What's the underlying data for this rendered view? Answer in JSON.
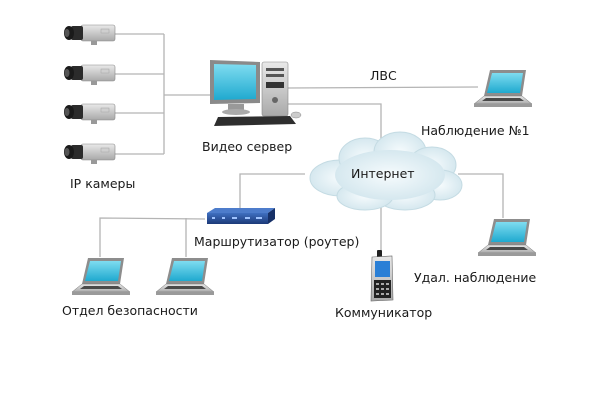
{
  "diagram": {
    "title": "",
    "nodes": {
      "ip_cameras": {
        "label": "IP камеры",
        "count": 4
      },
      "video_server": {
        "label": "Видео сервер"
      },
      "lan": {
        "label": "ЛВС"
      },
      "monitoring_1": {
        "label": "Наблюдение №1"
      },
      "internet": {
        "label": "Интернет"
      },
      "router": {
        "label": "Маршрутизатор (роутер)"
      },
      "security_dept": {
        "label": "Отдел безопасности",
        "count": 2
      },
      "communicator": {
        "label": "Коммуникатор"
      },
      "remote_monitoring": {
        "label": "Удал. наблюдение"
      }
    },
    "edges": [
      [
        "ip_cameras",
        "video_server"
      ],
      [
        "video_server",
        "monitoring_1"
      ],
      [
        "video_server",
        "internet"
      ],
      [
        "internet",
        "router"
      ],
      [
        "internet",
        "remote_monitoring"
      ],
      [
        "internet",
        "communicator"
      ],
      [
        "router",
        "security_dept"
      ]
    ],
    "colors": {
      "line": "#b4b4b4",
      "screen": "#3cc0de",
      "cloud": "#dfeef3",
      "router": "#2a4f93",
      "text": "#1a1a1a"
    }
  }
}
